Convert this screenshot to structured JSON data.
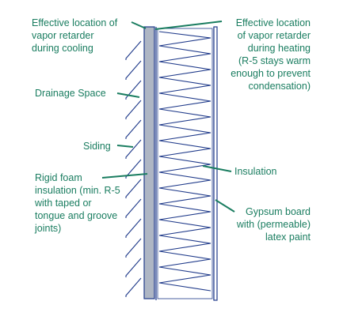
{
  "labels": {
    "vapor_retarder_cooling": "Effective location of\nvapor retarder\nduring cooling",
    "vapor_retarder_heating": "Effective location\nof vapor retarder\nduring heating\n(R-5 stays warm\nenough to prevent\ncondensation)",
    "drainage_space": "Drainage Space",
    "siding": "Siding",
    "rigid_foam": "Rigid foam\ninsulation (min. R-5\nwith taped or\ntongue and groove\njoints)",
    "insulation": "Insulation",
    "gypsum_board": "Gypsum board\nwith (permeable)\nlatex paint"
  },
  "colors": {
    "label_text": "#1a7d60",
    "leader_line": "#1a7d60",
    "wall_lines": "#1f3a8a",
    "foam_fill": "#aeb6c4"
  }
}
